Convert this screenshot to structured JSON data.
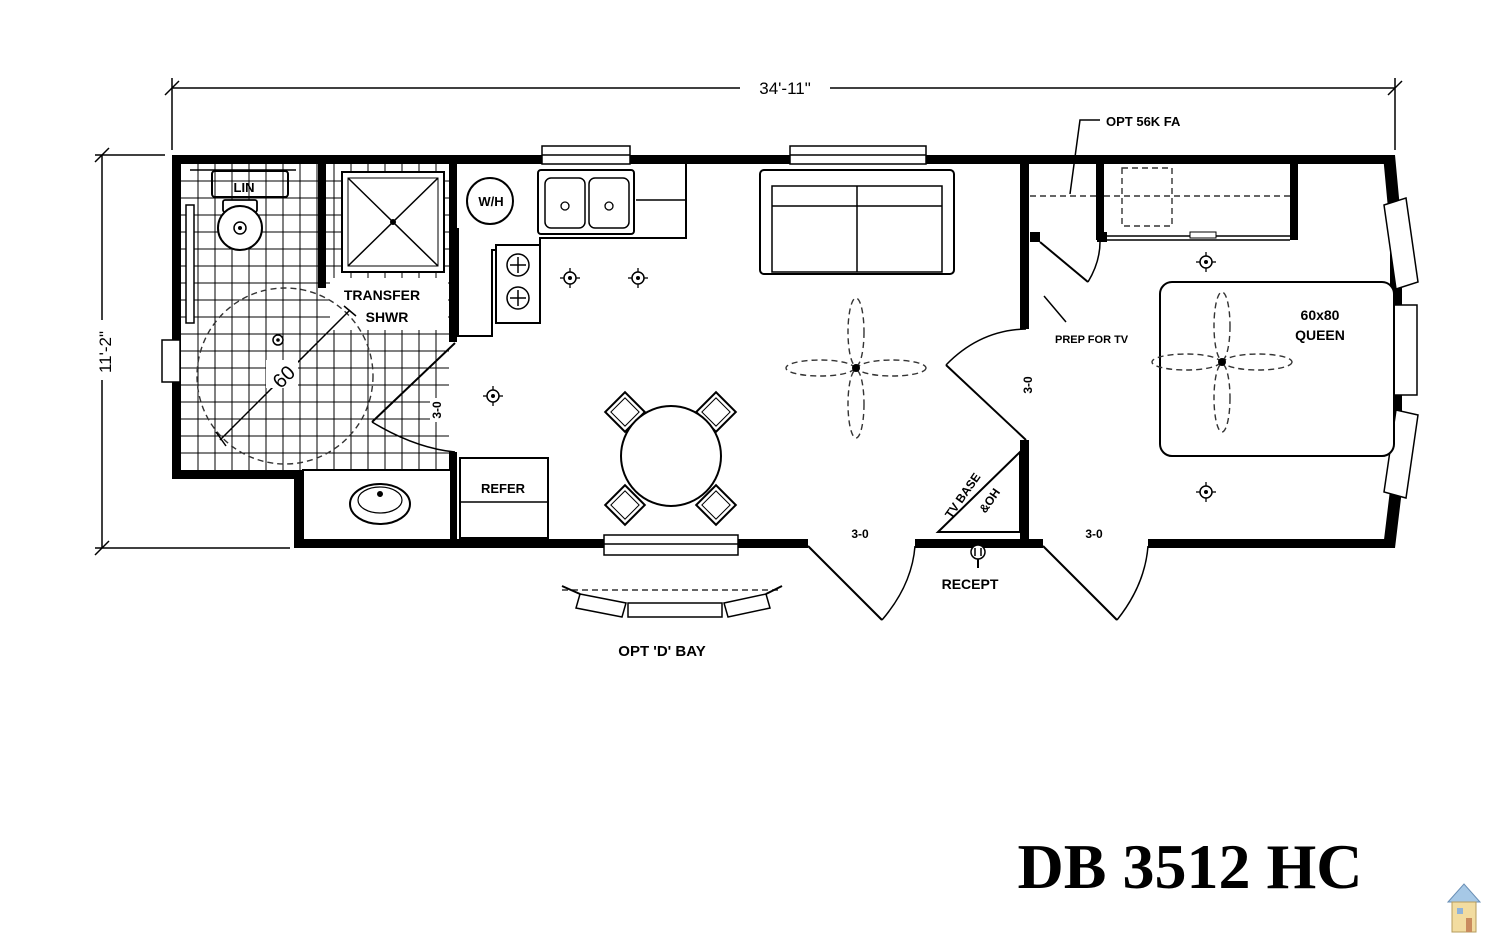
{
  "floor_plan": {
    "model_title": "DB 3512 HC",
    "dimensions": {
      "overall_length": "34'-11\"",
      "overall_width": "11'-2\""
    },
    "bath": {
      "linen": "LIN",
      "shower": "TRANSFER",
      "shower_line2": "SHWR",
      "turning_circle": "60",
      "door": "3-0"
    },
    "kitchen": {
      "water_heater": "W/H",
      "refrigerator": "REFER"
    },
    "living": {
      "bay_option": "OPT 'D' BAY",
      "entry_door": "3-0",
      "receptacle": "RECEPT"
    },
    "bedroom": {
      "bed_size": "60x80",
      "bed_type": "QUEEN",
      "tv_prep": "PREP FOR TV",
      "furnace_option": "OPT 56K FA",
      "tv_base": "TV BASE",
      "tv_base_line2": "&OH",
      "door": "3-0",
      "entry_door": "3-0"
    }
  }
}
